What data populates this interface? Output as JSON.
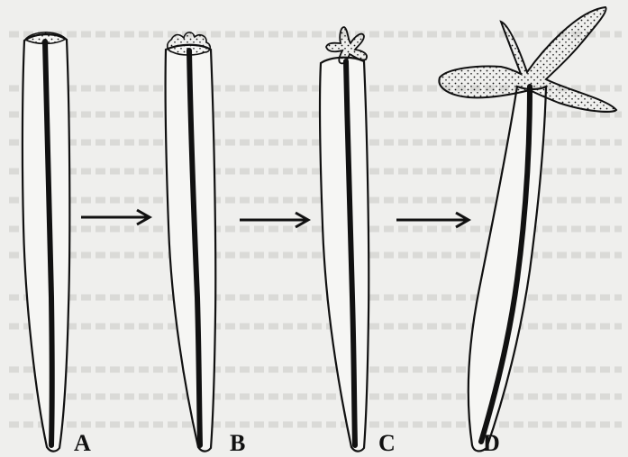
{
  "figure": {
    "stages": [
      {
        "label": "A"
      },
      {
        "label": "B"
      },
      {
        "label": "C"
      },
      {
        "label": "D"
      }
    ]
  },
  "colors": {
    "paper": "#efefed",
    "ink": "#111111",
    "show_through_text": "#d3d3cf"
  },
  "icons": [
    "arrow-right-icon",
    "arrow-right-icon",
    "arrow-right-icon"
  ]
}
